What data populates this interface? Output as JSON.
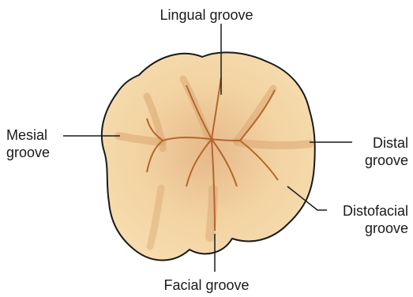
{
  "labels": {
    "lingual": "Lingual groove",
    "facial": "Facial groove",
    "mesial_line1": "Mesial",
    "mesial_line2": "groove",
    "distal_line1": "Distal",
    "distal_line2": "groove",
    "distofacial_line1": "Distofacial",
    "distofacial_line2": "groove"
  },
  "colors": {
    "tooth_fill": "#f5d9a6",
    "tooth_outline": "#1a1a1a",
    "groove": "#b5662c",
    "ridge_shadow": "#d9a873",
    "leader_line": "#1a1a1a"
  }
}
